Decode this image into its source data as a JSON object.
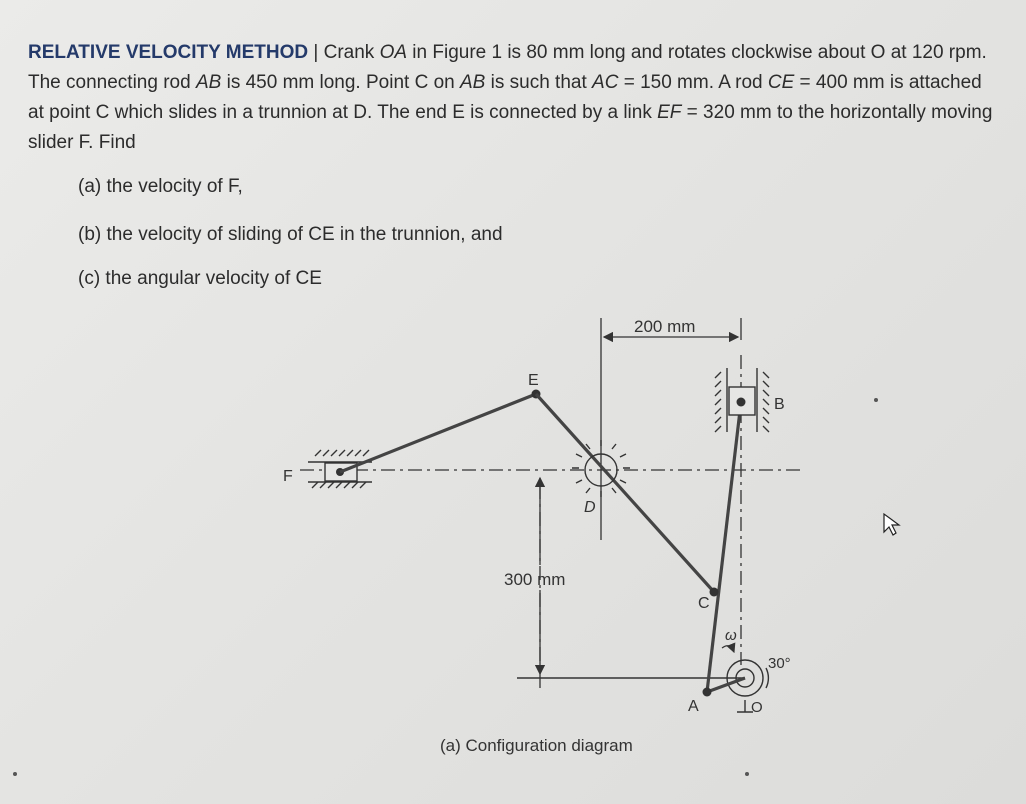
{
  "problem": {
    "heading": "RELATIVE VELOCITY METHOD",
    "separator": "|",
    "segments": [
      {
        "text": " Crank ",
        "italic": false
      },
      {
        "text": "OA",
        "italic": true
      },
      {
        "text": " in Figure 1 is 80 mm long and rotates clockwise about O at 120 rpm. The connecting rod ",
        "italic": false
      },
      {
        "text": "AB",
        "italic": true
      },
      {
        "text": " is 450 mm long. Point C  on ",
        "italic": false
      },
      {
        "text": "AB",
        "italic": true
      },
      {
        "text": " is such that ",
        "italic": false
      },
      {
        "text": "AC",
        "italic": true
      },
      {
        "text": " = 150 mm. A rod ",
        "italic": false
      },
      {
        "text": "CE",
        "italic": true
      },
      {
        "text": " = 400 mm is attached at point C which slides in a trunnion at D. The end E is connected by a link ",
        "italic": false
      },
      {
        "text": "EF",
        "italic": true
      },
      {
        "text": " = 320 mm to the horizontally moving slider F. Find",
        "italic": false
      }
    ]
  },
  "parts": [
    {
      "label": "(a) the velocity of F,"
    },
    {
      "label": "(b) the velocity of sliding of CE in the trunnion, and"
    },
    {
      "label": "(c) the angular velocity of CE"
    }
  ],
  "diagram": {
    "labels": {
      "dim_horizontal": "200 mm",
      "dim_vertical": "300 mm",
      "E": "E",
      "F": "F",
      "D": "D",
      "C": "C",
      "B": "B",
      "A": "A",
      "O": "O",
      "omega": "ω",
      "angle": "30°"
    },
    "caption": "(a) Configuration diagram"
  }
}
